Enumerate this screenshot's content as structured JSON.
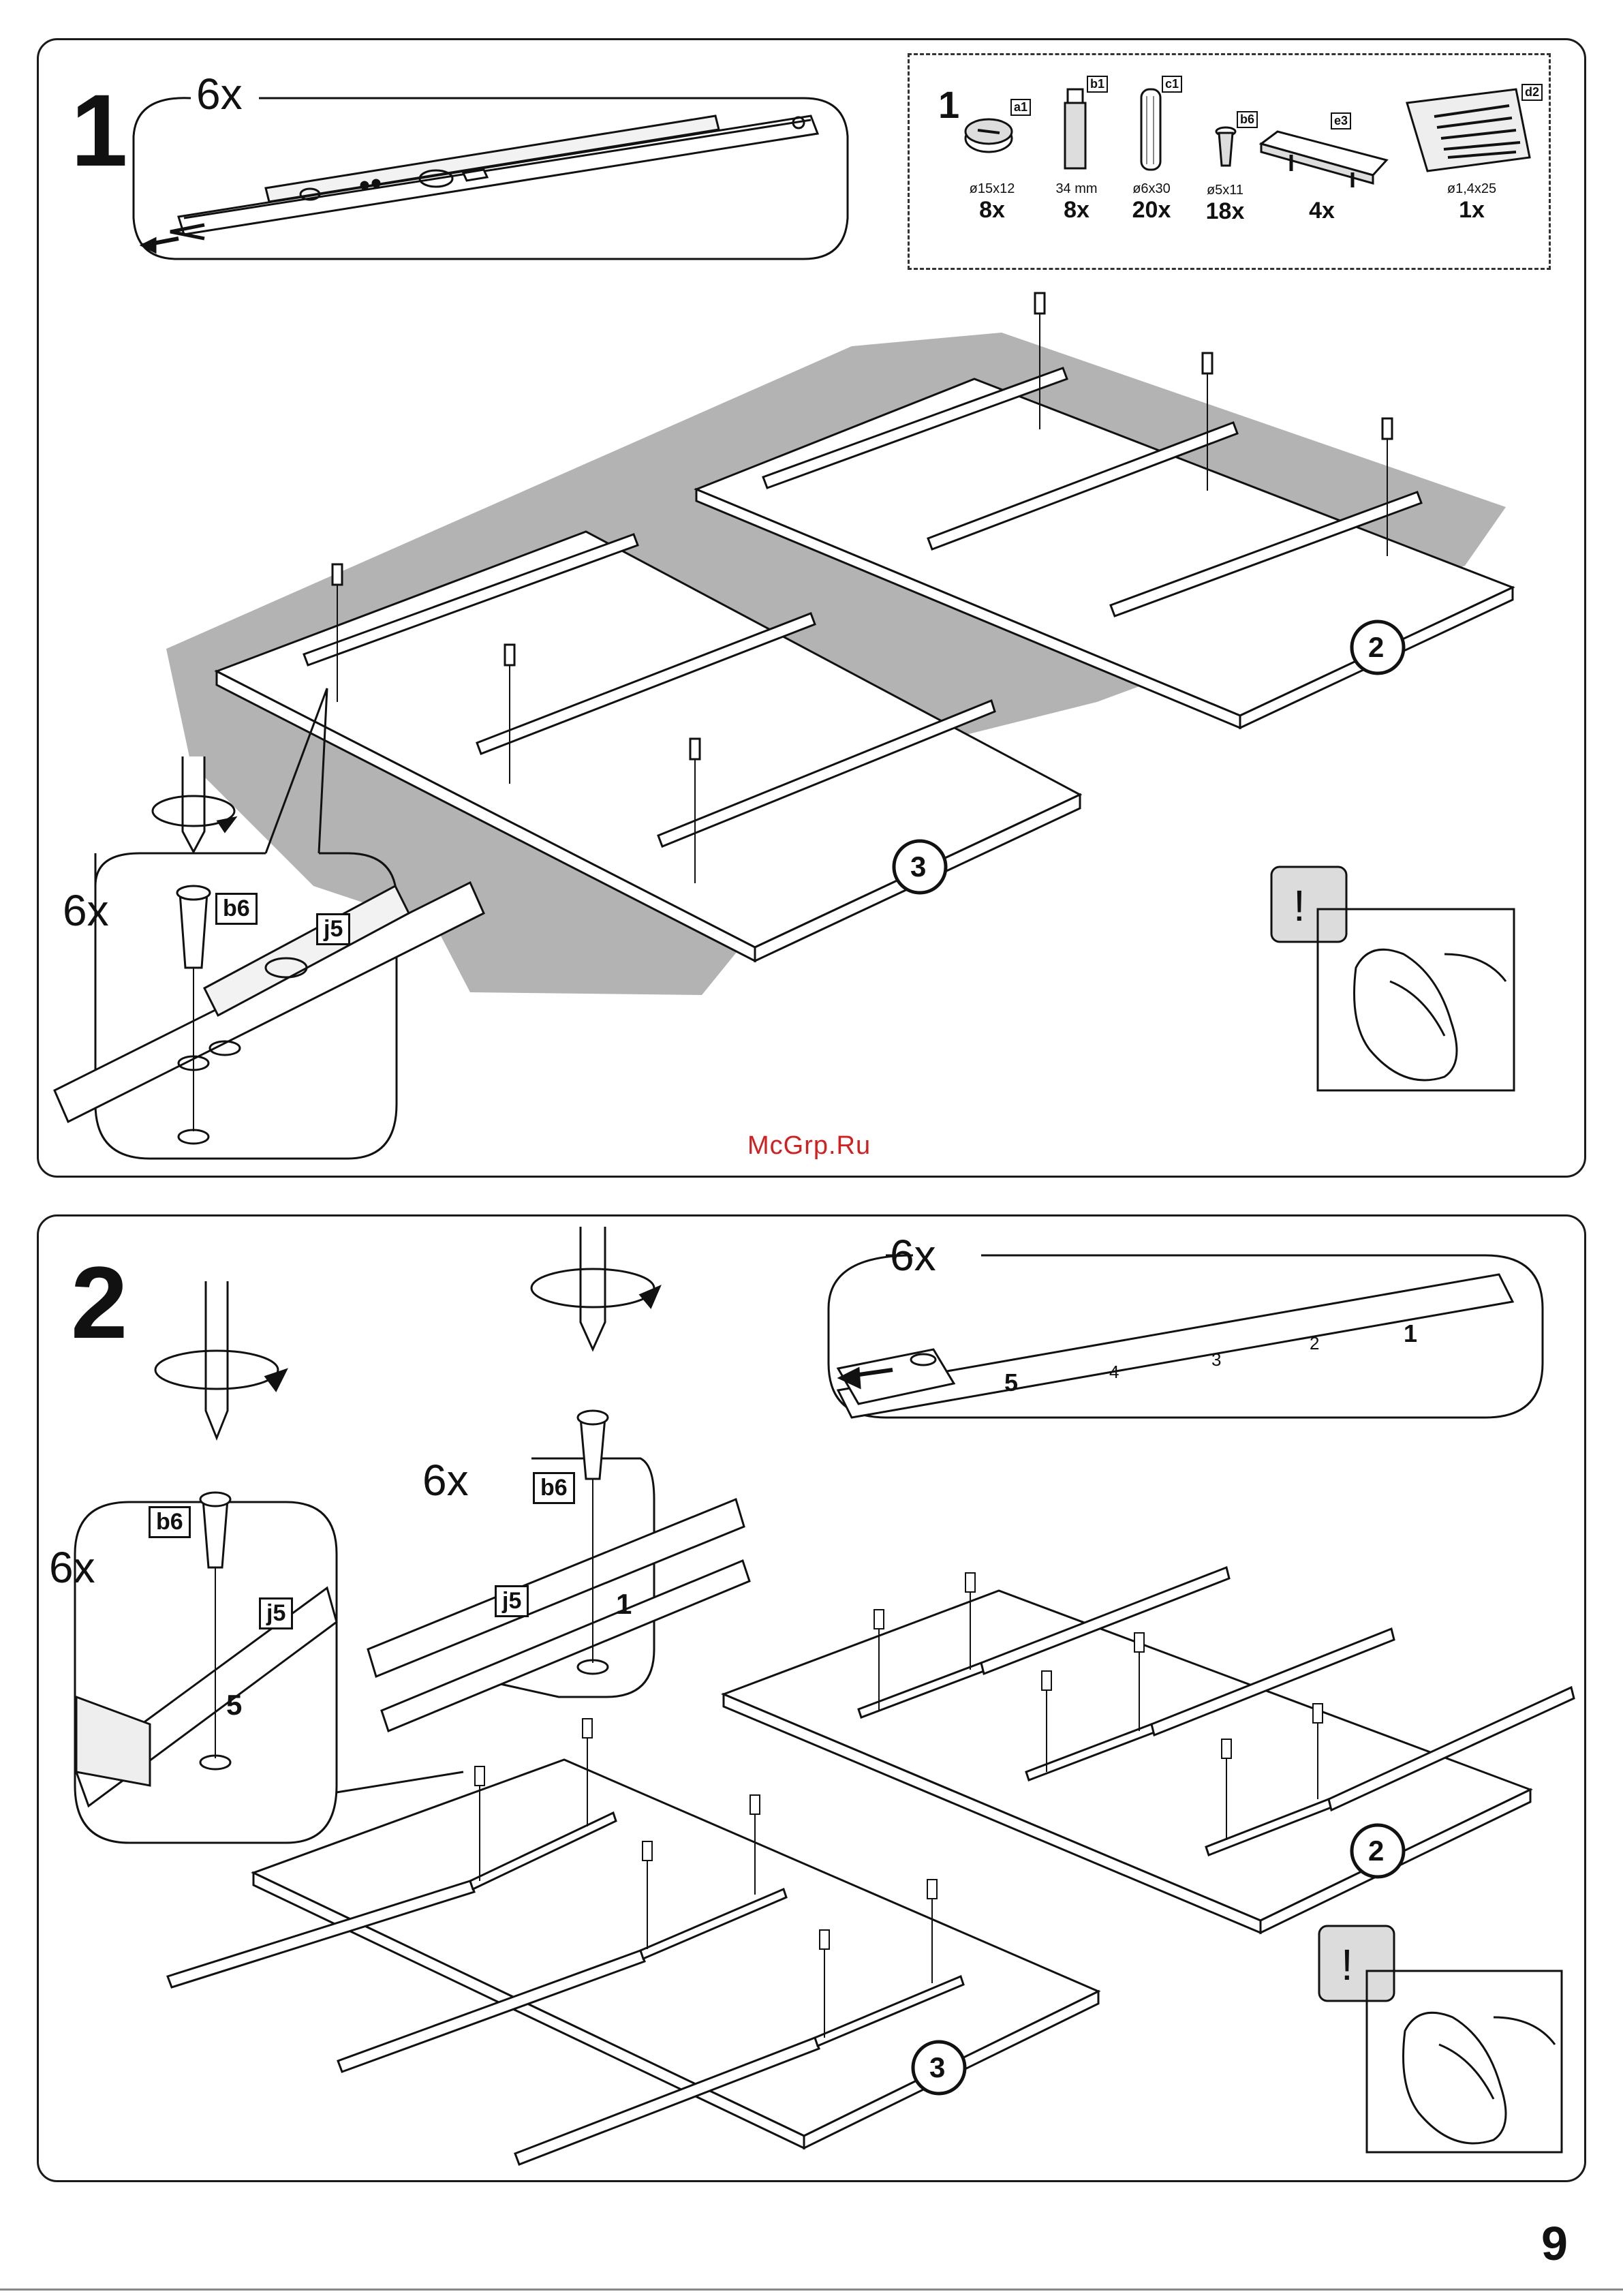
{
  "step1": {
    "number": "1",
    "inset_top_qty": "6x",
    "inset_bottom_qty": "6x",
    "screw_tag": "b6",
    "rail_tag": "j5",
    "board_left_label": "3",
    "board_right_label": "2"
  },
  "parts": {
    "step": "1",
    "items": [
      {
        "tag": "a1",
        "dim": "ø15x12",
        "count": "8x",
        "icon": "cam-lock-icon"
      },
      {
        "tag": "b1",
        "dim": "34 mm",
        "count": "8x",
        "icon": "cam-bolt-icon"
      },
      {
        "tag": "c1",
        "dim": "ø6x30",
        "count": "20x",
        "icon": "wooden-dowel-icon"
      },
      {
        "tag": "b6",
        "dim": "ø5x11",
        "count": "18x",
        "icon": "euro-screw-icon"
      },
      {
        "tag": "e3",
        "dim": "",
        "count": "4x",
        "icon": "drawer-handle-icon"
      },
      {
        "tag": "d2",
        "dim": "ø1,4x25",
        "count": "1x",
        "icon": "nail-bag-icon"
      }
    ]
  },
  "step2": {
    "number": "2",
    "left_inset_qty": "6x",
    "left_screw_tag": "b6",
    "left_rail_tag": "j5",
    "left_hole_number": "5",
    "mid_qty": "6x",
    "mid_screw_tag": "b6",
    "mid_rail_tag": "j5",
    "mid_hole_number": "1",
    "top_inset_qty": "6x",
    "rail_numbers": [
      "5",
      "4",
      "3",
      "2",
      "1"
    ],
    "board_right_label": "2",
    "board_left_label": "3"
  },
  "watermark": "McGrp.Ru",
  "page_number": "9",
  "warning_symbol": "!",
  "colors": {
    "floor": "#b3b3b3",
    "line": "#111111",
    "watermark": "#d02020"
  }
}
